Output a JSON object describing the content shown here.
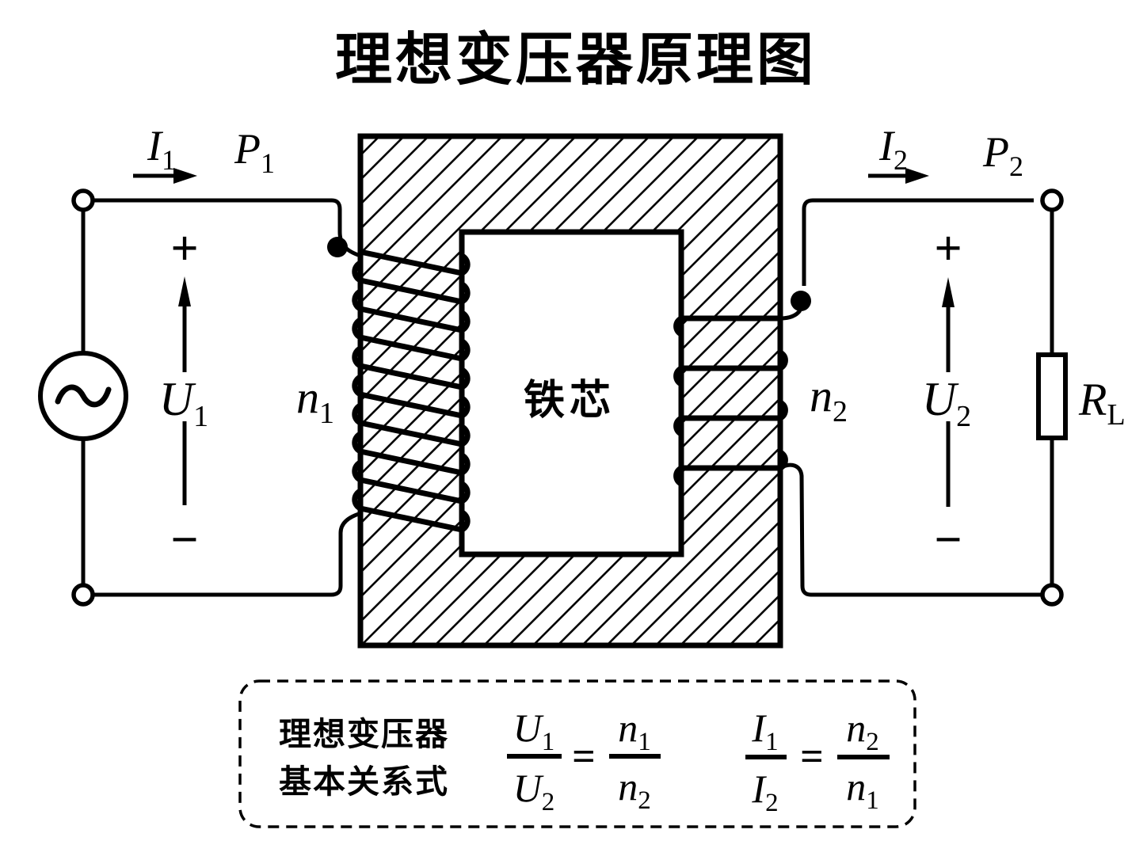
{
  "title": "理想变压器原理图",
  "colors": {
    "ink": "#000000",
    "background": "#ffffff"
  },
  "source": {
    "icon": "ac-sine-icon"
  },
  "core": {
    "label": "铁芯"
  },
  "primary_side": {
    "current_label": {
      "main": "I",
      "sub": "1"
    },
    "power_label": {
      "main": "P",
      "sub": "1"
    },
    "voltage_label": {
      "main": "U",
      "sub": "1"
    },
    "turns_label": {
      "main": "n",
      "sub": "1"
    },
    "plus": "+",
    "minus": "−"
  },
  "secondary_side": {
    "current_label": {
      "main": "I",
      "sub": "2"
    },
    "power_label": {
      "main": "P",
      "sub": "2"
    },
    "voltage_label": {
      "main": "U",
      "sub": "2"
    },
    "turns_label": {
      "main": "n",
      "sub": "2"
    },
    "load_label": {
      "main": "R",
      "sub": "L"
    },
    "plus": "+",
    "minus": "−"
  },
  "formula_box": {
    "caption_line1": "理想变压器",
    "caption_line2": "基本关系式",
    "voltage_ratio": {
      "lhs_num": {
        "main": "U",
        "sub": "1"
      },
      "lhs_den": {
        "main": "U",
        "sub": "2"
      },
      "equals": "=",
      "rhs_num": {
        "main": "n",
        "sub": "1"
      },
      "rhs_den": {
        "main": "n",
        "sub": "2"
      }
    },
    "current_ratio": {
      "lhs_num": {
        "main": "I",
        "sub": "1"
      },
      "lhs_den": {
        "main": "I",
        "sub": "2"
      },
      "equals": "=",
      "rhs_num": {
        "main": "n",
        "sub": "2"
      },
      "rhs_den": {
        "main": "n",
        "sub": "1"
      }
    }
  }
}
